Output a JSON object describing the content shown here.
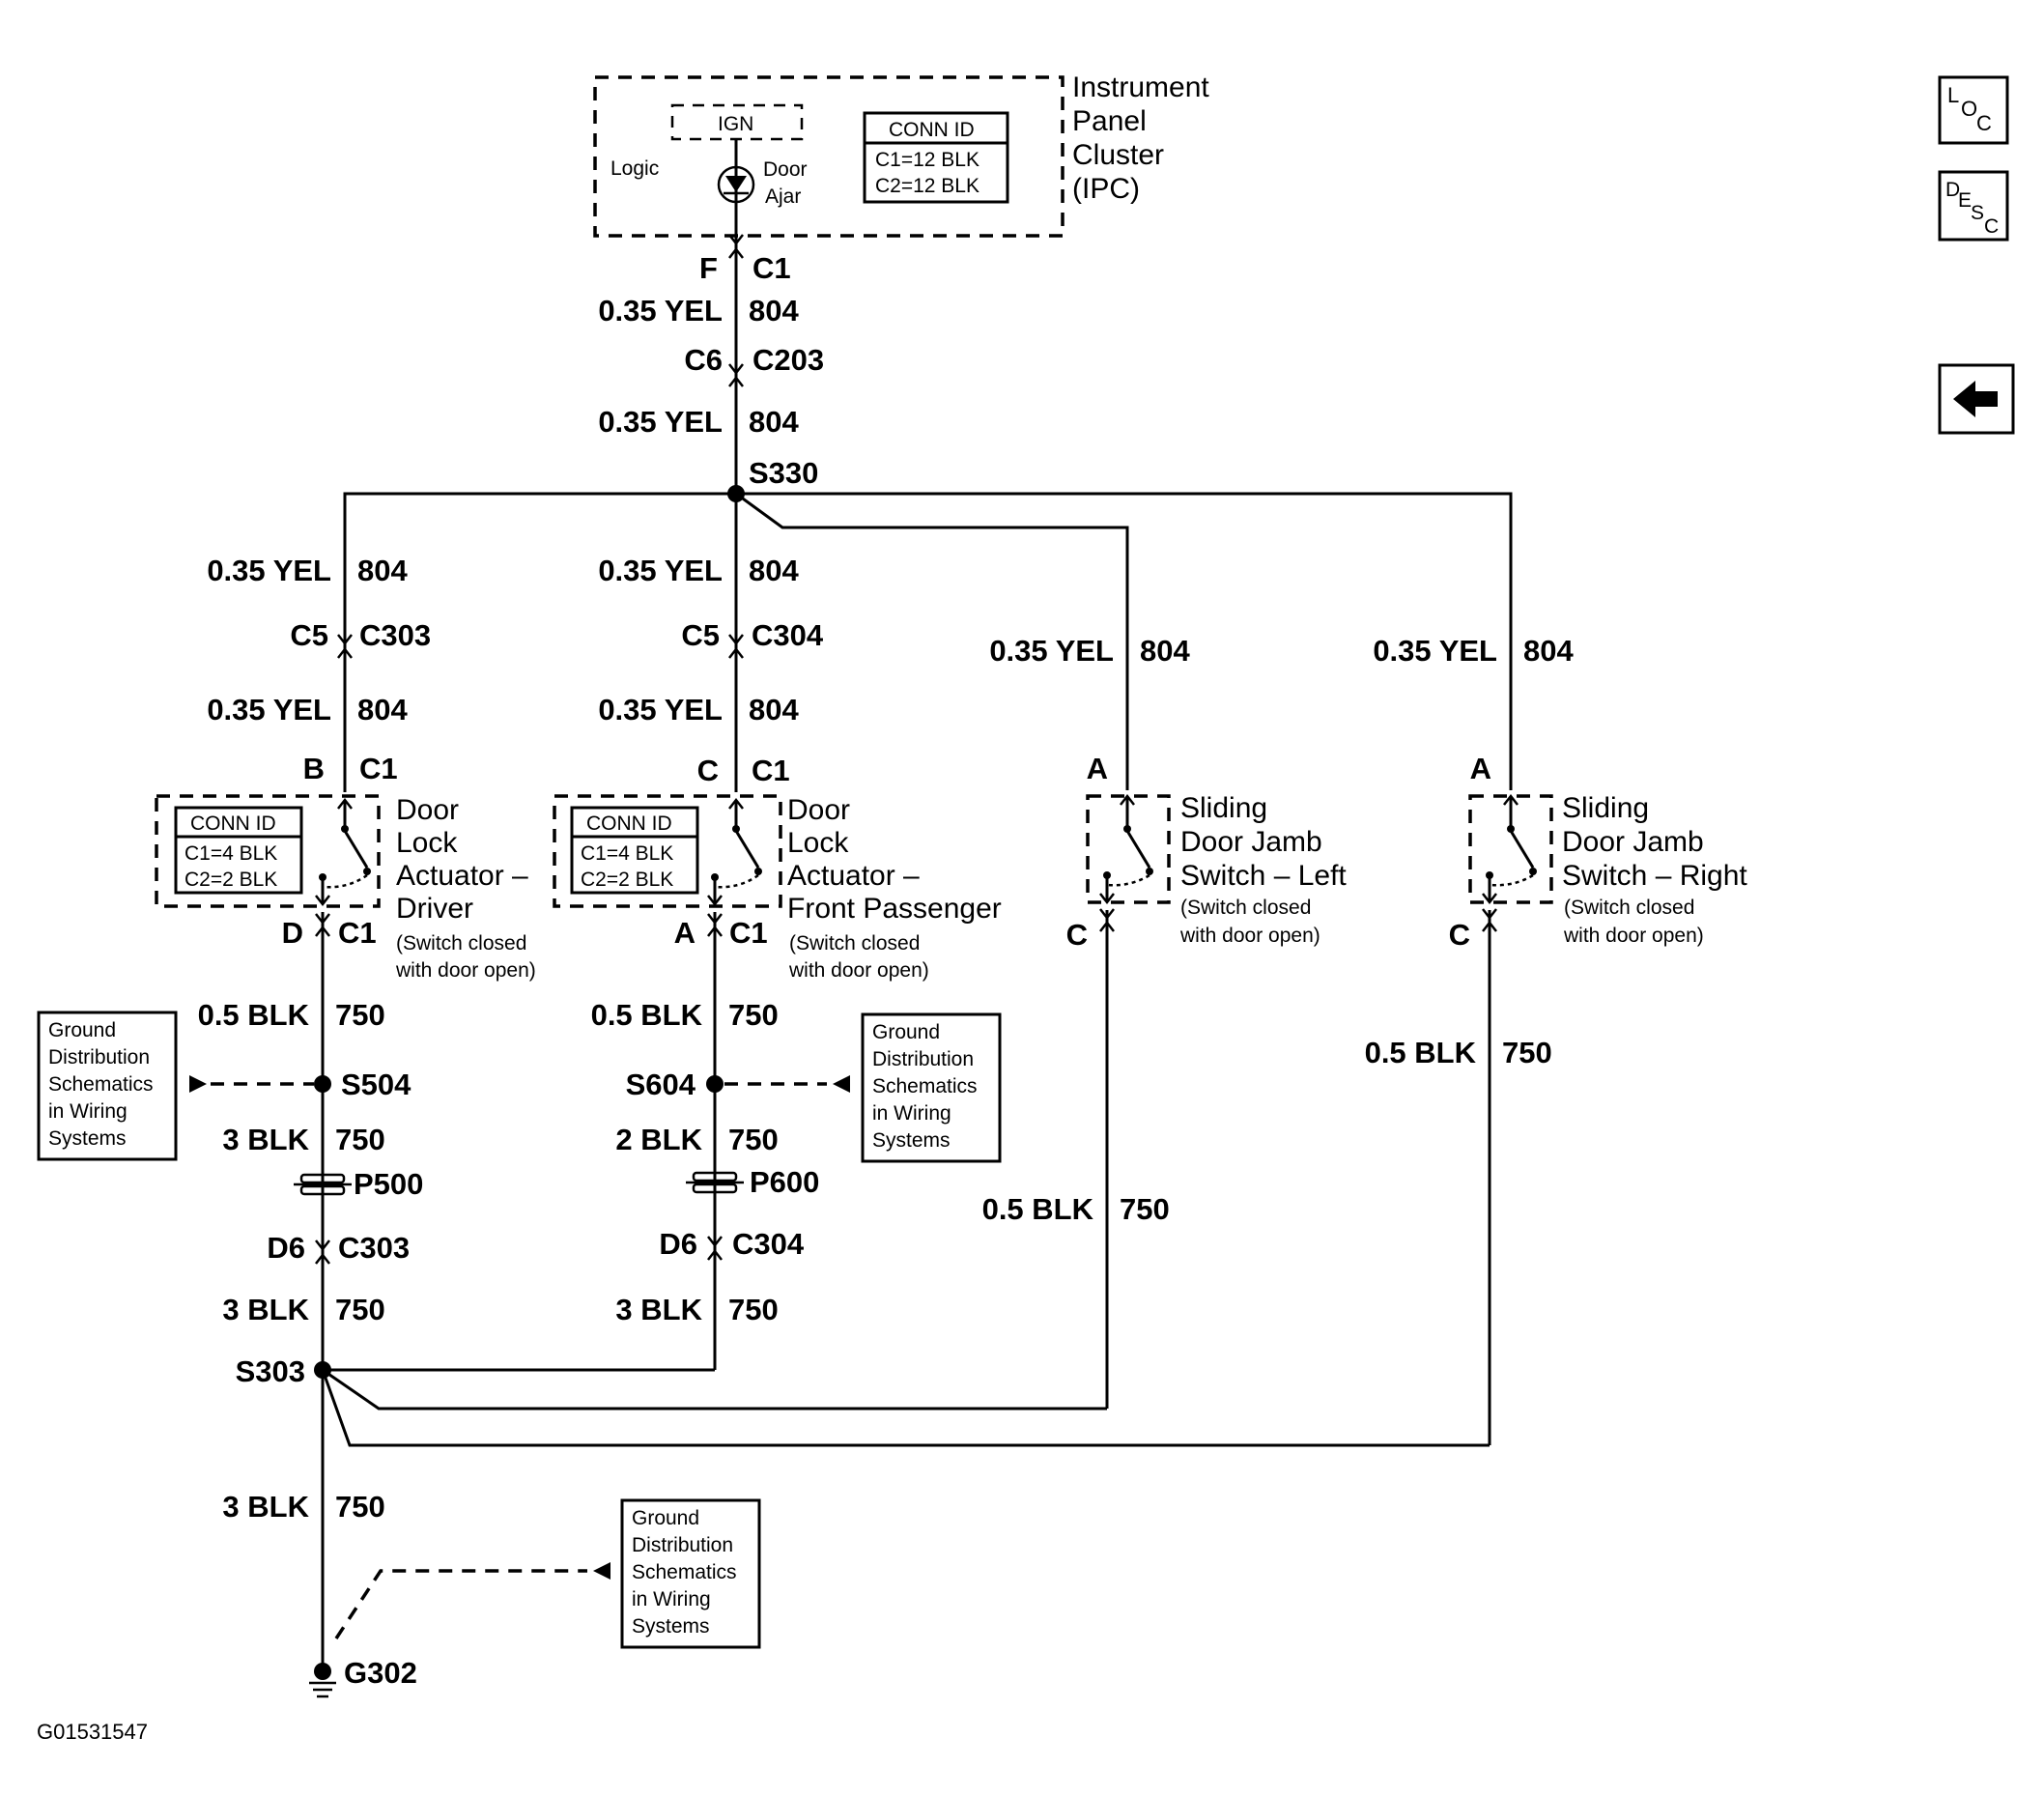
{
  "nav": {
    "loc": {
      "l": "L",
      "o": "O",
      "c": "C"
    },
    "desc": {
      "d": "D",
      "e": "E",
      "s": "S",
      "c": "C"
    },
    "back_icon": "left-arrow-icon"
  },
  "ipc": {
    "name_lines": [
      "Instrument",
      "Panel",
      "Cluster",
      "(IPC)"
    ],
    "ign_label": "IGN",
    "logic_label": "Logic",
    "door_ajar_lines": [
      "Door",
      "Ajar"
    ],
    "conn_id": {
      "title": "CONN ID",
      "lines": [
        "C1=12 BLK",
        "C2=12 BLK"
      ]
    }
  },
  "trunk": {
    "ipc_pin": "F",
    "ipc_conn": "C1",
    "wire1": {
      "gauge": "0.35 YEL",
      "circuit": "804"
    },
    "inline": {
      "pin": "C6",
      "conn": "C203"
    },
    "wire2": {
      "gauge": "0.35 YEL",
      "circuit": "804"
    },
    "splice": "S330"
  },
  "driver": {
    "wire1": {
      "gauge": "0.35 YEL",
      "circuit": "804"
    },
    "inline": {
      "pin": "C5",
      "conn": "C303"
    },
    "wire2": {
      "gauge": "0.35 YEL",
      "circuit": "804"
    },
    "top_pin": "B",
    "top_conn": "C1",
    "name_lines": [
      "Door",
      "Lock",
      "Actuator –",
      "Driver"
    ],
    "note_lines": [
      "(Switch closed",
      "with door open)"
    ],
    "conn_id": {
      "title": "CONN ID",
      "lines": [
        "C1=4 BLK",
        "C2=2 BLK"
      ]
    },
    "bottom_pin": "D",
    "bottom_conn": "C1",
    "wire3": {
      "gauge": "0.5 BLK",
      "circuit": "750"
    },
    "splice": "S504",
    "ground_ref_lines": [
      "Ground",
      "Distribution",
      "Schematics",
      "in Wiring",
      "Systems"
    ],
    "wire4": {
      "gauge": "3 BLK",
      "circuit": "750"
    },
    "pass_through": "P500",
    "inline2": {
      "pin": "D6",
      "conn": "C303"
    },
    "wire5": {
      "gauge": "3 BLK",
      "circuit": "750"
    }
  },
  "passenger": {
    "wire1": {
      "gauge": "0.35 YEL",
      "circuit": "804"
    },
    "inline": {
      "pin": "C5",
      "conn": "C304"
    },
    "wire2": {
      "gauge": "0.35 YEL",
      "circuit": "804"
    },
    "top_pin": "C",
    "top_conn": "C1",
    "name_lines": [
      "Door",
      "Lock",
      "Actuator –",
      "Front Passenger"
    ],
    "note_lines": [
      "(Switch closed",
      "with door open)"
    ],
    "conn_id": {
      "title": "CONN ID",
      "lines": [
        "C1=4 BLK",
        "C2=2 BLK"
      ]
    },
    "bottom_pin": "A",
    "bottom_conn": "C1",
    "wire3": {
      "gauge": "0.5 BLK",
      "circuit": "750"
    },
    "splice": "S604",
    "ground_ref_lines": [
      "Ground",
      "Distribution",
      "Schematics",
      "in Wiring",
      "Systems"
    ],
    "wire4": {
      "gauge": "2 BLK",
      "circuit": "750"
    },
    "pass_through": "P600",
    "inline2": {
      "pin": "D6",
      "conn": "C304"
    },
    "wire5": {
      "gauge": "3 BLK",
      "circuit": "750"
    }
  },
  "slide_left": {
    "wire1": {
      "gauge": "0.35 YEL",
      "circuit": "804"
    },
    "top_pin": "A",
    "name_lines": [
      "Sliding",
      "Door Jamb",
      "Switch – Left"
    ],
    "note_lines": [
      "(Switch closed",
      "with door open)"
    ],
    "bottom_pin": "C",
    "wire2": {
      "gauge": "0.5 BLK",
      "circuit": "750"
    }
  },
  "slide_right": {
    "wire1": {
      "gauge": "0.35 YEL",
      "circuit": "804"
    },
    "top_pin": "A",
    "name_lines": [
      "Sliding",
      "Door Jamb",
      "Switch – Right"
    ],
    "note_lines": [
      "(Switch closed",
      "with door open)"
    ],
    "bottom_pin": "C",
    "wire2": {
      "gauge": "0.5 BLK",
      "circuit": "750"
    }
  },
  "ground": {
    "splice": "S303",
    "wire": {
      "gauge": "3 BLK",
      "circuit": "750"
    },
    "ground_ref_lines": [
      "Ground",
      "Distribution",
      "Schematics",
      "in Wiring",
      "Systems"
    ],
    "ground_point": "G302"
  },
  "figure_id": "G01531547"
}
